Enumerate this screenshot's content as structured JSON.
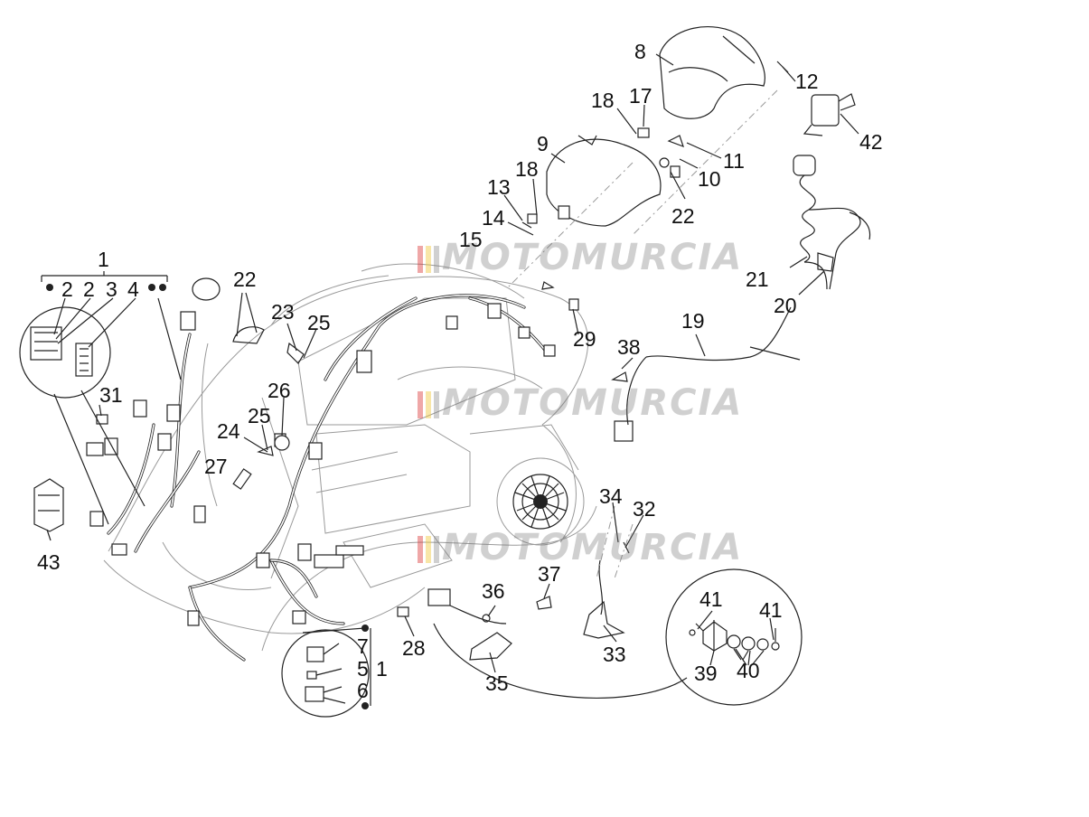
{
  "watermark": {
    "text": "MOTOMURCIA",
    "colors": [
      "#dc3c3c",
      "#f0c83c",
      "#787878"
    ]
  },
  "callouts": {
    "c1a": "1",
    "c2a": "2",
    "c2b": "2",
    "c3": "3",
    "c4": "4",
    "c5": "5",
    "c6": "6",
    "c7": "7",
    "c1b": "1",
    "c8": "8",
    "c9": "9",
    "c10": "10",
    "c11": "11",
    "c12": "12",
    "c13": "13",
    "c14": "14",
    "c15": "15",
    "c17": "17",
    "c18a": "18",
    "c18b": "18",
    "c19": "19",
    "c20": "20",
    "c21": "21",
    "c22a": "22",
    "c22b": "22",
    "c23": "23",
    "c24": "24",
    "c25a": "25",
    "c25b": "25",
    "c26": "26",
    "c27": "27",
    "c28": "28",
    "c29": "29",
    "c31": "31",
    "c32": "32",
    "c33": "33",
    "c34": "34",
    "c35": "35",
    "c36": "36",
    "c37": "37",
    "c38": "38",
    "c39": "39",
    "c40": "40",
    "c41a": "41",
    "c41b": "41",
    "c42": "42",
    "c43": "43"
  }
}
